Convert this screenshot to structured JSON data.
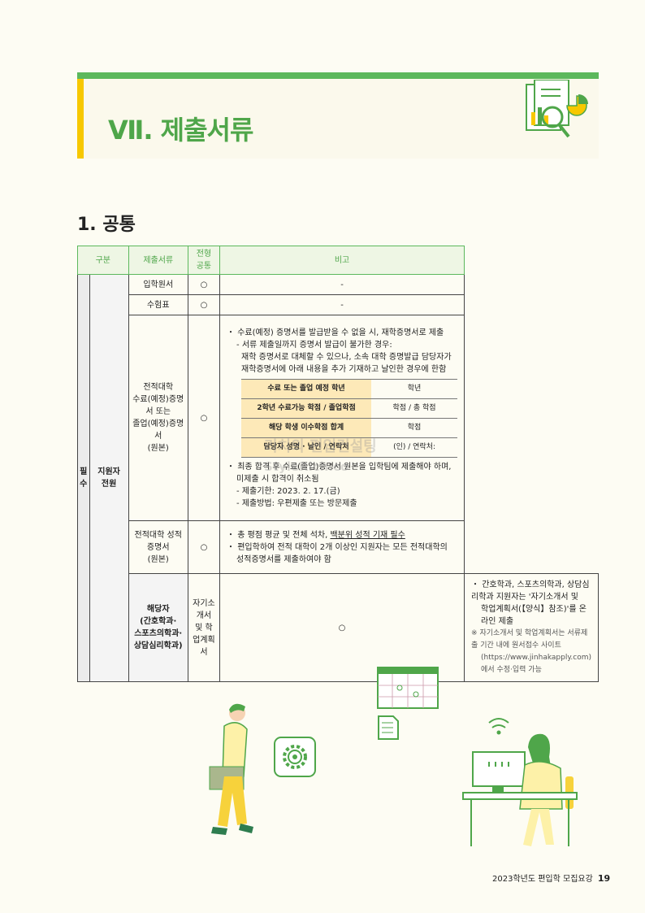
{
  "chapter": {
    "title": "Ⅶ. 제출서류"
  },
  "section": {
    "title": "1. 공통"
  },
  "watermark": {
    "line1": "리치의 편입컨설팅",
    "line2": "StyleRich.co"
  },
  "table": {
    "headers": [
      "구분",
      "제출서류",
      "전형 공통",
      "비고"
    ],
    "category": "필\n수",
    "rows": {
      "applicant_all": "지원자 전원",
      "target": "해당자\n(간호학과·\n스포츠의학과·\n상담심리학과)",
      "doc1": "입학원서",
      "doc1_mark": "○",
      "doc1_note": "-",
      "doc2": "수험표",
      "doc2_mark": "○",
      "doc2_note": "-",
      "doc3": "전적대학\n수료(예정)증명서 또는\n졸업(예정)증명서\n(원본)",
      "doc3_mark": "○",
      "doc3_notes": {
        "b1": "・ 수료(예정) 증명서를 발급받을 수 없을 시, 재학증명서로 제출",
        "b1a": "- 서류 제출일까지 증명서 발급이 불가한 경우:",
        "b1b": "재학 증명서로 대체할 수 있으나, 소속 대학 증명발급 담당자가",
        "b1c": "재학증명서에 아래 내용을 추가 기재하고 날인한 경우에 한함",
        "inner": [
          {
            "k": "수료 또는 졸업 예정 학년",
            "v": "학년"
          },
          {
            "k": "2학년 수료가능 학점 / 졸업학점",
            "v": "학점 / 총 학점"
          },
          {
            "k": "해당 학생 이수학점 합계",
            "v": "학점"
          },
          {
            "k": "담당자 성명 · 날인 / 연락처",
            "v": "(인) / 연락처:"
          }
        ],
        "b2": "・ 최종 합격 후 수료(졸업)증명서 원본을 입학팀에 제출해야 하며,",
        "b2a": "미제출 시 합격이 취소됨",
        "b2b": "- 제출기한: 2023. 2. 17.(금)",
        "b2c": "- 제출방법: 우편제출 또는 방문제출"
      },
      "doc4": "전적대학 성적증명서\n(원본)",
      "doc4_mark": "○",
      "doc4_notes": {
        "b1_pre": "・ 총 평점 평균 및 전체 석차, ",
        "b1_u": "백분위 성적 기재 필수",
        "b2": "・ 편입학하여 전적 대학이 2개 이상인 지원자는 모든 전적대학의",
        "b2a": "성적증명서를 제출하여야 함"
      },
      "doc5": "자기소개서 및 학업계획서",
      "doc5_mark": "○",
      "doc5_notes": {
        "b1": "・ 간호학과, 스포츠의학과, 상담심리학과 지원자는 '자기소개서 및",
        "b1a": "학업계획서(【양식】참조)'를 온라인 제출",
        "b2": "※ 자기소개서 및 학업계획서는 서류제출 기간 내에 원서접수 사이트",
        "b2a": "(https://www.jinhakapply.com)에서 수정·입력 가능"
      }
    }
  },
  "footer": {
    "text": "2023학년도 편입학 모집요강",
    "page": "19"
  },
  "colors": {
    "accent_green": "#5cb85c",
    "accent_yellow": "#f7c800",
    "inner_key_bg": "#fde9b8"
  }
}
